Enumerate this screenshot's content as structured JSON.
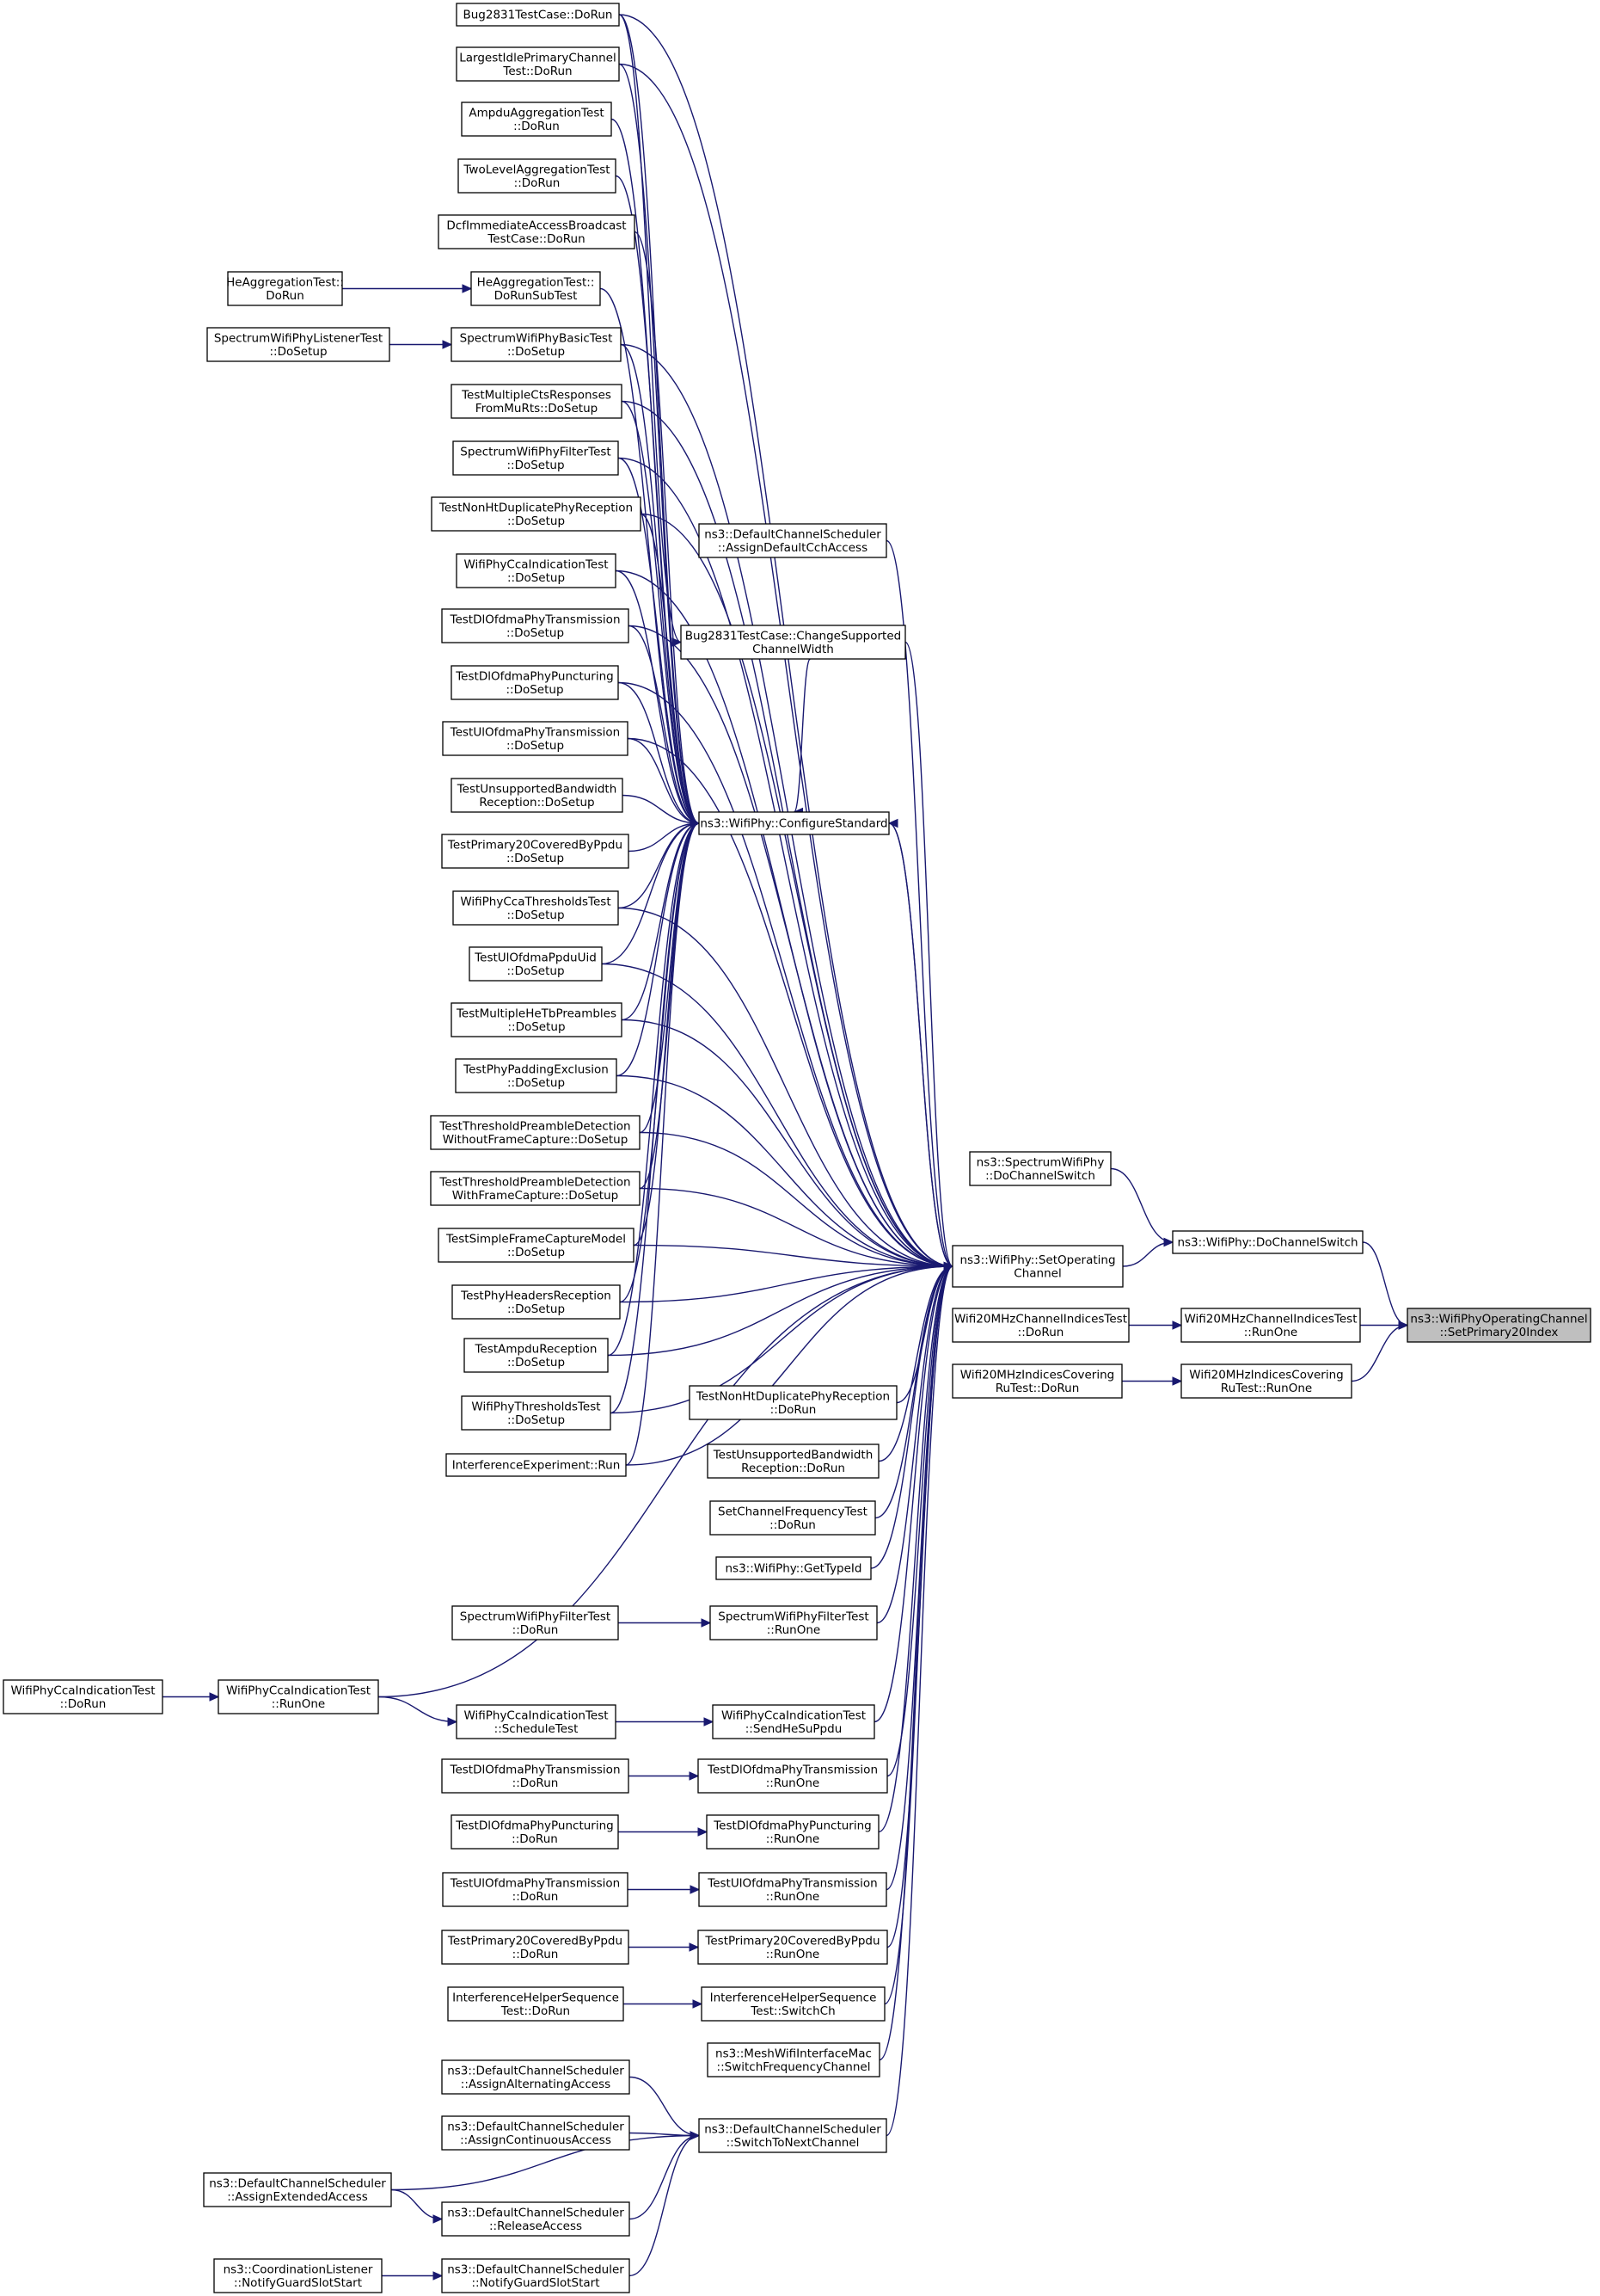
{
  "graph": {
    "type": "caller-graph",
    "colors": {
      "edge": "#191970",
      "node_border": "#000000",
      "node_fill": "#ffffff",
      "highlight_fill": "#bfbfbf"
    },
    "nodes": [
      {
        "id": "target",
        "lines": [
          "ns3::WifiPhyOperatingChannel",
          "::SetPrimary20Index"
        ],
        "highlight": true
      },
      {
        "id": "dochsw",
        "lines": [
          "ns3::WifiPhy::DoChannelSwitch"
        ]
      },
      {
        "id": "w20runone",
        "lines": [
          "Wifi20MHzChannelIndicesTest",
          "::RunOne"
        ]
      },
      {
        "id": "w20ru_runone",
        "lines": [
          "Wifi20MHzIndicesCovering",
          "RuTest::RunOne"
        ]
      },
      {
        "id": "specdochsw",
        "lines": [
          "ns3::SpectrumWifiPhy",
          "::DoChannelSwitch"
        ]
      },
      {
        "id": "w20dorun",
        "lines": [
          "Wifi20MHzChannelIndicesTest",
          "::DoRun"
        ]
      },
      {
        "id": "w20ru_dorun",
        "lines": [
          "Wifi20MHzIndicesCovering",
          "RuTest::DoRun"
        ]
      },
      {
        "id": "setop",
        "lines": [
          "ns3::WifiPhy::SetOperating",
          "Channel"
        ]
      },
      {
        "id": "confstd",
        "lines": [
          "ns3::WifiPhy::ConfigureStandard"
        ]
      },
      {
        "id": "assigndefcch",
        "lines": [
          "ns3::DefaultChannelScheduler",
          "::AssignDefaultCchAccess"
        ]
      },
      {
        "id": "bugchsup",
        "lines": [
          "Bug2831TestCase::ChangeSupported",
          "ChannelWidth"
        ]
      },
      {
        "id": "nonht_dorun",
        "lines": [
          "TestNonHtDuplicatePhyReception",
          "::DoRun"
        ]
      },
      {
        "id": "unsup_dorun",
        "lines": [
          "TestUnsupportedBandwidth",
          "Reception::DoRun"
        ]
      },
      {
        "id": "setchfreq",
        "lines": [
          "SetChannelFrequencyTest",
          "::DoRun"
        ]
      },
      {
        "id": "gettypeid",
        "lines": [
          "ns3::WifiPhy::GetTypeId"
        ]
      },
      {
        "id": "specfilt_runone",
        "lines": [
          "SpectrumWifiPhyFilterTest",
          "::RunOne"
        ]
      },
      {
        "id": "cca_sendhesu",
        "lines": [
          "WifiPhyCcaIndicationTest",
          "::SendHeSuPpdu"
        ]
      },
      {
        "id": "dlofdma_runone",
        "lines": [
          "TestDlOfdmaPhyTransmission",
          "::RunOne"
        ]
      },
      {
        "id": "dlpunct_runone",
        "lines": [
          "TestDlOfdmaPhyPuncturing",
          "::RunOne"
        ]
      },
      {
        "id": "ulofdma_runone",
        "lines": [
          "TestUlOfdmaPhyTransmission",
          "::RunOne"
        ]
      },
      {
        "id": "prim20_runone",
        "lines": [
          "TestPrimary20CoveredByPpdu",
          "::RunOne"
        ]
      },
      {
        "id": "ihseq_switch",
        "lines": [
          "InterferenceHelperSequence",
          "Test::SwitchCh"
        ]
      },
      {
        "id": "mesh_switch",
        "lines": [
          "ns3::MeshWifiInterfaceMac",
          "::SwitchFrequencyChannel"
        ]
      },
      {
        "id": "switchnext",
        "lines": [
          "ns3::DefaultChannelScheduler",
          "::SwitchToNextChannel"
        ]
      },
      {
        "id": "bug_dorun",
        "lines": [
          "Bug2831TestCase::DoRun"
        ]
      },
      {
        "id": "largest_dorun",
        "lines": [
          "LargestIdlePrimaryChannel",
          "Test::DoRun"
        ]
      },
      {
        "id": "ampdu_agg",
        "lines": [
          "AmpduAggregationTest",
          "::DoRun"
        ]
      },
      {
        "id": "twolevel",
        "lines": [
          "TwoLevelAggregationTest",
          "::DoRun"
        ]
      },
      {
        "id": "dcf_imm",
        "lines": [
          "DcfImmediateAccessBroadcast",
          "TestCase::DoRun"
        ]
      },
      {
        "id": "heagg_sub",
        "lines": [
          "HeAggregationTest::",
          "DoRunSubTest"
        ]
      },
      {
        "id": "specbasic",
        "lines": [
          "SpectrumWifiPhyBasicTest",
          "::DoSetup"
        ]
      },
      {
        "id": "multicts",
        "lines": [
          "TestMultipleCtsResponses",
          "FromMuRts::DoSetup"
        ]
      },
      {
        "id": "specfilt_setup",
        "lines": [
          "SpectrumWifiPhyFilterTest",
          "::DoSetup"
        ]
      },
      {
        "id": "nonht_setup",
        "lines": [
          "TestNonHtDuplicatePhyReception",
          "::DoSetup"
        ]
      },
      {
        "id": "cca_setup",
        "lines": [
          "WifiPhyCcaIndicationTest",
          "::DoSetup"
        ]
      },
      {
        "id": "dlofdma_setup",
        "lines": [
          "TestDlOfdmaPhyTransmission",
          "::DoSetup"
        ]
      },
      {
        "id": "dlpunct_setup",
        "lines": [
          "TestDlOfdmaPhyPuncturing",
          "::DoSetup"
        ]
      },
      {
        "id": "ulofdma_setup",
        "lines": [
          "TestUlOfdmaPhyTransmission",
          "::DoSetup"
        ]
      },
      {
        "id": "unsup_setup",
        "lines": [
          "TestUnsupportedBandwidth",
          "Reception::DoSetup"
        ]
      },
      {
        "id": "prim20_setup",
        "lines": [
          "TestPrimary20CoveredByPpdu",
          "::DoSetup"
        ]
      },
      {
        "id": "ccathr_setup",
        "lines": [
          "WifiPhyCcaThresholdsTest",
          "::DoSetup"
        ]
      },
      {
        "id": "ulppdu_setup",
        "lines": [
          "TestUlOfdmaPpduUid",
          "::DoSetup"
        ]
      },
      {
        "id": "multihetb",
        "lines": [
          "TestMultipleHeTbPreambles",
          "::DoSetup"
        ]
      },
      {
        "id": "padding",
        "lines": [
          "TestPhyPaddingExclusion",
          "::DoSetup"
        ]
      },
      {
        "id": "thr_wo",
        "lines": [
          "TestThresholdPreambleDetection",
          "WithoutFrameCapture::DoSetup"
        ]
      },
      {
        "id": "thr_w",
        "lines": [
          "TestThresholdPreambleDetection",
          "WithFrameCapture::DoSetup"
        ]
      },
      {
        "id": "simplefc",
        "lines": [
          "TestSimpleFrameCaptureModel",
          "::DoSetup"
        ]
      },
      {
        "id": "headers",
        "lines": [
          "TestPhyHeadersReception",
          "::DoSetup"
        ]
      },
      {
        "id": "ampdu_rx",
        "lines": [
          "TestAmpduReception",
          "::DoSetup"
        ]
      },
      {
        "id": "phythr",
        "lines": [
          "WifiPhyThresholdsTest",
          "::DoSetup"
        ]
      },
      {
        "id": "interf_run",
        "lines": [
          "InterferenceExperiment::Run"
        ]
      },
      {
        "id": "heagg_dorun",
        "lines": [
          "HeAggregationTest::",
          "DoRun"
        ]
      },
      {
        "id": "speclistener",
        "lines": [
          "SpectrumWifiPhyListenerTest",
          "::DoSetup"
        ]
      },
      {
        "id": "specfilt_dorun",
        "lines": [
          "SpectrumWifiPhyFilterTest",
          "::DoRun"
        ]
      },
      {
        "id": "cca_runone",
        "lines": [
          "WifiPhyCcaIndicationTest",
          "::RunOne"
        ]
      },
      {
        "id": "cca_dorun",
        "lines": [
          "WifiPhyCcaIndicationTest",
          "::DoRun"
        ]
      },
      {
        "id": "cca_sched",
        "lines": [
          "WifiPhyCcaIndicationTest",
          "::ScheduleTest"
        ]
      },
      {
        "id": "dlofdma_dorun",
        "lines": [
          "TestDlOfdmaPhyTransmission",
          "::DoRun"
        ]
      },
      {
        "id": "dlpunct_dorun",
        "lines": [
          "TestDlOfdmaPhyPuncturing",
          "::DoRun"
        ]
      },
      {
        "id": "ulofdma_dorun",
        "lines": [
          "TestUlOfdmaPhyTransmission",
          "::DoRun"
        ]
      },
      {
        "id": "prim20_dorun",
        "lines": [
          "TestPrimary20CoveredByPpdu",
          "::DoRun"
        ]
      },
      {
        "id": "ihseq_dorun",
        "lines": [
          "InterferenceHelperSequence",
          "Test::DoRun"
        ]
      },
      {
        "id": "assignalt",
        "lines": [
          "ns3::DefaultChannelScheduler",
          "::AssignAlternatingAccess"
        ]
      },
      {
        "id": "assigncont",
        "lines": [
          "ns3::DefaultChannelScheduler",
          "::AssignContinuousAccess"
        ]
      },
      {
        "id": "assignext",
        "lines": [
          "ns3::DefaultChannelScheduler",
          "::AssignExtendedAccess"
        ]
      },
      {
        "id": "release",
        "lines": [
          "ns3::DefaultChannelScheduler",
          "::ReleaseAccess"
        ]
      },
      {
        "id": "notifyguard",
        "lines": [
          "ns3::DefaultChannelScheduler",
          "::NotifyGuardSlotStart"
        ]
      },
      {
        "id": "coordguard",
        "lines": [
          "ns3::CoordinationListener",
          "::NotifyGuardSlotStart"
        ]
      }
    ],
    "edges": [
      [
        "dochsw",
        "target"
      ],
      [
        "w20runone",
        "target"
      ],
      [
        "w20ru_runone",
        "target"
      ],
      [
        "specdochsw",
        "dochsw"
      ],
      [
        "setop",
        "dochsw"
      ],
      [
        "w20dorun",
        "w20runone"
      ],
      [
        "w20ru_dorun",
        "w20ru_runone"
      ],
      [
        "confstd",
        "setop"
      ],
      [
        "assigndefcch",
        "setop"
      ],
      [
        "bugchsup",
        "setop"
      ],
      [
        "nonht_dorun",
        "setop"
      ],
      [
        "unsup_dorun",
        "setop"
      ],
      [
        "setchfreq",
        "setop"
      ],
      [
        "gettypeid",
        "setop"
      ],
      [
        "specfilt_runone",
        "setop"
      ],
      [
        "cca_sendhesu",
        "setop"
      ],
      [
        "dlofdma_runone",
        "setop"
      ],
      [
        "dlpunct_runone",
        "setop"
      ],
      [
        "ulofdma_runone",
        "setop"
      ],
      [
        "prim20_runone",
        "setop"
      ],
      [
        "ihseq_switch",
        "setop"
      ],
      [
        "mesh_switch",
        "setop"
      ],
      [
        "switchnext",
        "setop"
      ],
      [
        "cca_runone",
        "setop"
      ],
      [
        "bug_dorun",
        "setop"
      ],
      [
        "largest_dorun",
        "setop"
      ],
      [
        "specbasic",
        "setop"
      ],
      [
        "multicts",
        "setop"
      ],
      [
        "specfilt_setup",
        "setop"
      ],
      [
        "nonht_setup",
        "setop"
      ],
      [
        "cca_setup",
        "setop"
      ],
      [
        "dlofdma_setup",
        "setop"
      ],
      [
        "dlpunct_setup",
        "setop"
      ],
      [
        "ulofdma_setup",
        "setop"
      ],
      [
        "ccathr_setup",
        "setop"
      ],
      [
        "ulppdu_setup",
        "setop"
      ],
      [
        "multihetb",
        "setop"
      ],
      [
        "padding",
        "setop"
      ],
      [
        "thr_wo",
        "setop"
      ],
      [
        "thr_w",
        "setop"
      ],
      [
        "simplefc",
        "setop"
      ],
      [
        "headers",
        "setop"
      ],
      [
        "ampdu_rx",
        "setop"
      ],
      [
        "phythr",
        "setop"
      ],
      [
        "interf_run",
        "setop"
      ],
      [
        "setop",
        "confstd"
      ],
      [
        "bugchsup",
        "confstd"
      ],
      [
        "bug_dorun",
        "confstd"
      ],
      [
        "largest_dorun",
        "confstd"
      ],
      [
        "ampdu_agg",
        "confstd"
      ],
      [
        "twolevel",
        "confstd"
      ],
      [
        "dcf_imm",
        "confstd"
      ],
      [
        "heagg_sub",
        "confstd"
      ],
      [
        "specbasic",
        "confstd"
      ],
      [
        "multicts",
        "confstd"
      ],
      [
        "specfilt_setup",
        "confstd"
      ],
      [
        "nonht_setup",
        "confstd"
      ],
      [
        "cca_setup",
        "confstd"
      ],
      [
        "dlofdma_setup",
        "confstd"
      ],
      [
        "dlpunct_setup",
        "confstd"
      ],
      [
        "ulofdma_setup",
        "confstd"
      ],
      [
        "unsup_setup",
        "confstd"
      ],
      [
        "prim20_setup",
        "confstd"
      ],
      [
        "ccathr_setup",
        "confstd"
      ],
      [
        "ulppdu_setup",
        "confstd"
      ],
      [
        "multihetb",
        "confstd"
      ],
      [
        "padding",
        "confstd"
      ],
      [
        "thr_wo",
        "confstd"
      ],
      [
        "thr_w",
        "confstd"
      ],
      [
        "simplefc",
        "confstd"
      ],
      [
        "headers",
        "confstd"
      ],
      [
        "ampdu_rx",
        "confstd"
      ],
      [
        "phythr",
        "confstd"
      ],
      [
        "interf_run",
        "confstd"
      ],
      [
        "bug_dorun",
        "bugchsup"
      ],
      [
        "heagg_dorun",
        "heagg_sub"
      ],
      [
        "speclistener",
        "specbasic"
      ],
      [
        "specfilt_dorun",
        "specfilt_runone"
      ],
      [
        "cca_dorun",
        "cca_runone"
      ],
      [
        "cca_runone",
        "cca_sched"
      ],
      [
        "cca_sched",
        "cca_sendhesu"
      ],
      [
        "dlofdma_dorun",
        "dlofdma_runone"
      ],
      [
        "dlpunct_dorun",
        "dlpunct_runone"
      ],
      [
        "ulofdma_dorun",
        "ulofdma_runone"
      ],
      [
        "prim20_dorun",
        "prim20_runone"
      ],
      [
        "ihseq_dorun",
        "ihseq_switch"
      ],
      [
        "assignalt",
        "switchnext"
      ],
      [
        "assigncont",
        "switchnext"
      ],
      [
        "assignext",
        "switchnext"
      ],
      [
        "release",
        "switchnext"
      ],
      [
        "notifyguard",
        "switchnext"
      ],
      [
        "assignext",
        "release"
      ],
      [
        "coordguard",
        "notifyguard"
      ]
    ]
  }
}
